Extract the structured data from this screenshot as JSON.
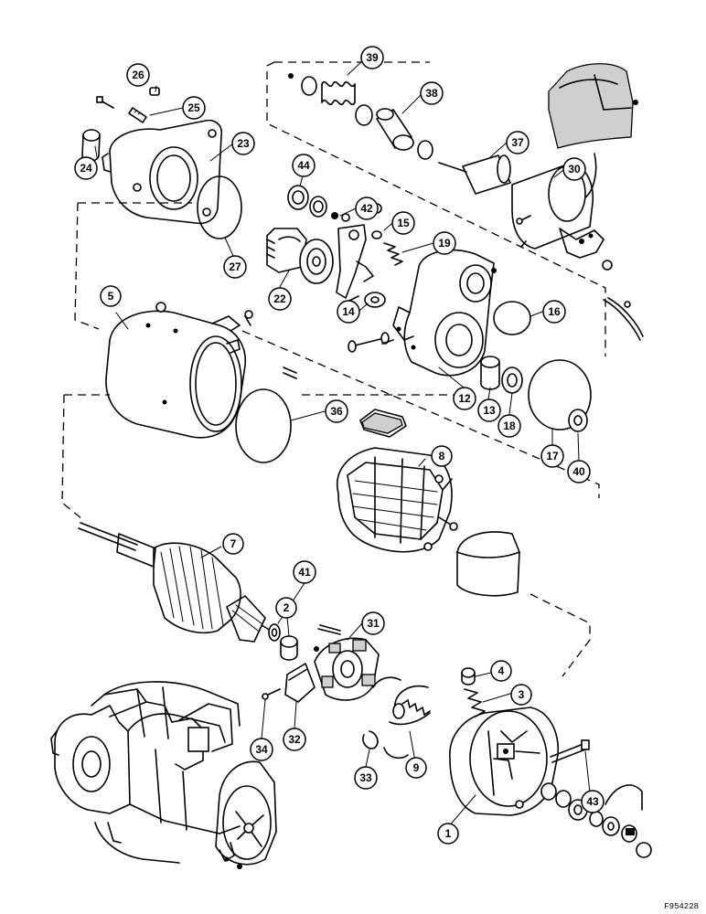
{
  "figure_code": "F954228",
  "callouts": [
    {
      "id": "c1",
      "label": "1"
    },
    {
      "id": "c2",
      "label": "2"
    },
    {
      "id": "c3",
      "label": "3"
    },
    {
      "id": "c4",
      "label": "4"
    },
    {
      "id": "c5",
      "label": "5"
    },
    {
      "id": "c7",
      "label": "7"
    },
    {
      "id": "c8",
      "label": "8"
    },
    {
      "id": "c9",
      "label": "9"
    },
    {
      "id": "c12",
      "label": "12"
    },
    {
      "id": "c13",
      "label": "13"
    },
    {
      "id": "c14",
      "label": "14"
    },
    {
      "id": "c15",
      "label": "15"
    },
    {
      "id": "c16",
      "label": "16"
    },
    {
      "id": "c17",
      "label": "17"
    },
    {
      "id": "c18",
      "label": "18"
    },
    {
      "id": "c19",
      "label": "19"
    },
    {
      "id": "c22",
      "label": "22"
    },
    {
      "id": "c23",
      "label": "23"
    },
    {
      "id": "c24",
      "label": "24"
    },
    {
      "id": "c25",
      "label": "25"
    },
    {
      "id": "c26",
      "label": "26"
    },
    {
      "id": "c27",
      "label": "27"
    },
    {
      "id": "c30",
      "label": "30"
    },
    {
      "id": "c31",
      "label": "31"
    },
    {
      "id": "c32",
      "label": "32"
    },
    {
      "id": "c33",
      "label": "33"
    },
    {
      "id": "c34",
      "label": "34"
    },
    {
      "id": "c36",
      "label": "36"
    },
    {
      "id": "c37",
      "label": "37"
    },
    {
      "id": "c38",
      "label": "38"
    },
    {
      "id": "c39",
      "label": "39"
    },
    {
      "id": "c40",
      "label": "40"
    },
    {
      "id": "c41",
      "label": "41"
    },
    {
      "id": "c42",
      "label": "42"
    },
    {
      "id": "c43",
      "label": "43"
    },
    {
      "id": "c44",
      "label": "44"
    }
  ]
}
